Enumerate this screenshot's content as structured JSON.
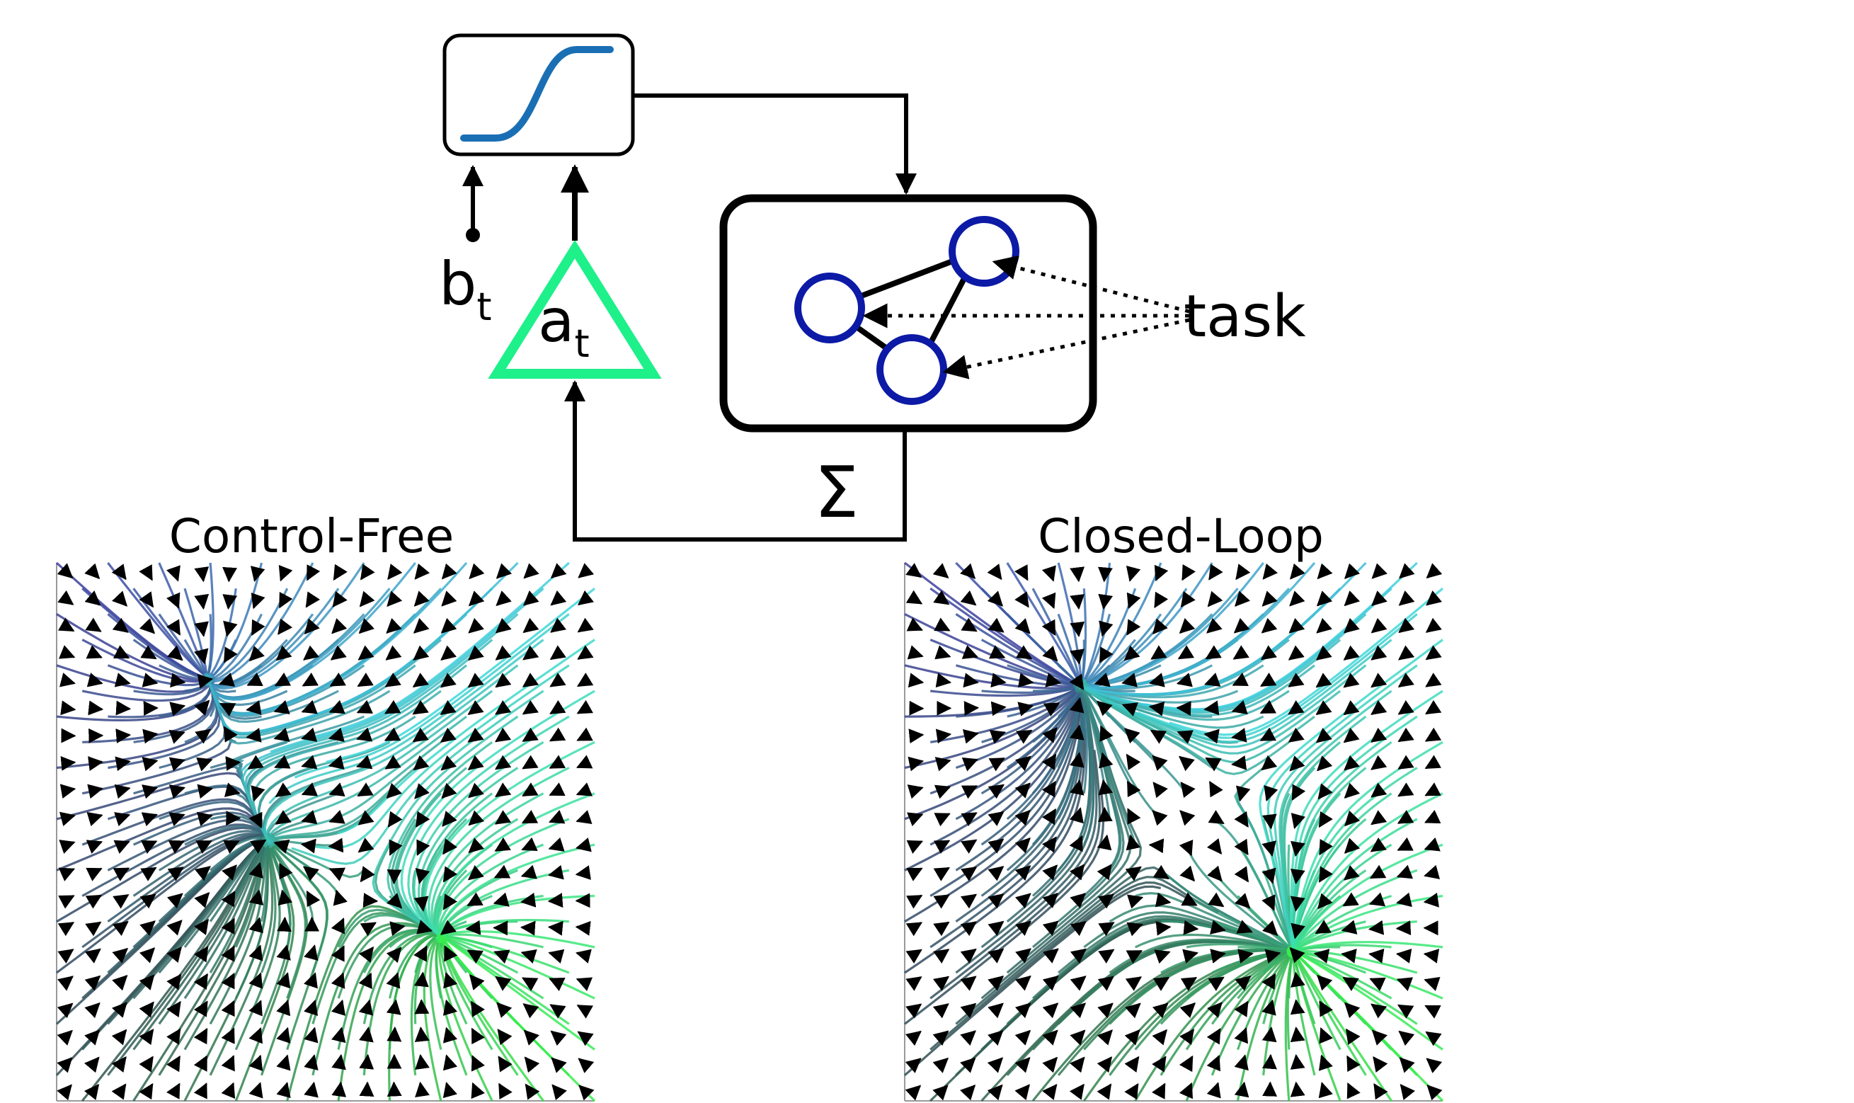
{
  "diagram": {
    "bias_label": "b",
    "bias_subscript": "t",
    "gain_label": "a",
    "gain_subscript": "t",
    "task_label": "task",
    "sum_label": "Σ",
    "colors": {
      "sigmoid": "#1a6fb4",
      "gain_triangle": "#1ef08a",
      "network_node": "#0c1aa6",
      "stroke": "#000000"
    }
  },
  "panels": [
    {
      "title": "Control-Free"
    },
    {
      "title": "Closed-Loop"
    }
  ],
  "colors": {
    "stream_colormap": [
      "#3c3f9e",
      "#2e8fd6",
      "#3fd6e0",
      "#2fe6b6",
      "#37ee4a",
      "#2f4f4f"
    ]
  }
}
